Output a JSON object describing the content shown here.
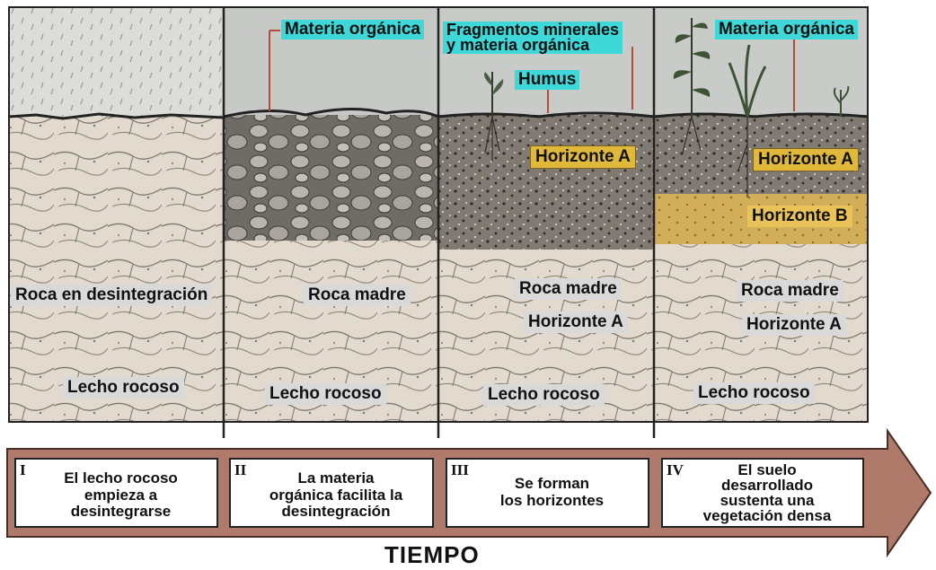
{
  "panels": [
    {
      "labels": [
        "Roca en desintegración",
        "Lecho rocoso"
      ]
    },
    {
      "top_label": "Materia orgánica",
      "labels": [
        "Roca madre",
        "Lecho rocoso"
      ]
    },
    {
      "top_label": "Fragmentos minerales\ny materia orgánica",
      "humus_label": "Humus",
      "horizon_a": "Horizonte A",
      "labels": [
        "Roca madre",
        "Horizonte A",
        "Lecho rocoso"
      ]
    },
    {
      "top_label": "Materia orgánica",
      "horizon_a": "Horizonte A",
      "horizon_b": "Horizonte B",
      "labels": [
        "Roca madre",
        "Horizonte A",
        "Lecho rocoso"
      ]
    }
  ],
  "stages": [
    {
      "num": "I",
      "text": "El lecho rocoso\nempieza a\ndesintegrarse"
    },
    {
      "num": "II",
      "text": "La materia\norgánica facilita la\ndesintegración"
    },
    {
      "num": "III",
      "text": "Se forman\nlos horizontes"
    },
    {
      "num": "IV",
      "text": "El suelo\ndesarrollado\nsustenta una\nvegetación densa"
    }
  ],
  "timeline_label": "TIEMPO",
  "colors": {
    "label_cyan": "#3fd8d8",
    "horizon_gold": "#e0b93a",
    "rock_light": "#e4dcd0",
    "rock_dark": "#8a857c",
    "sky": "#c9ccc9",
    "arrow": "#b07a6a"
  }
}
